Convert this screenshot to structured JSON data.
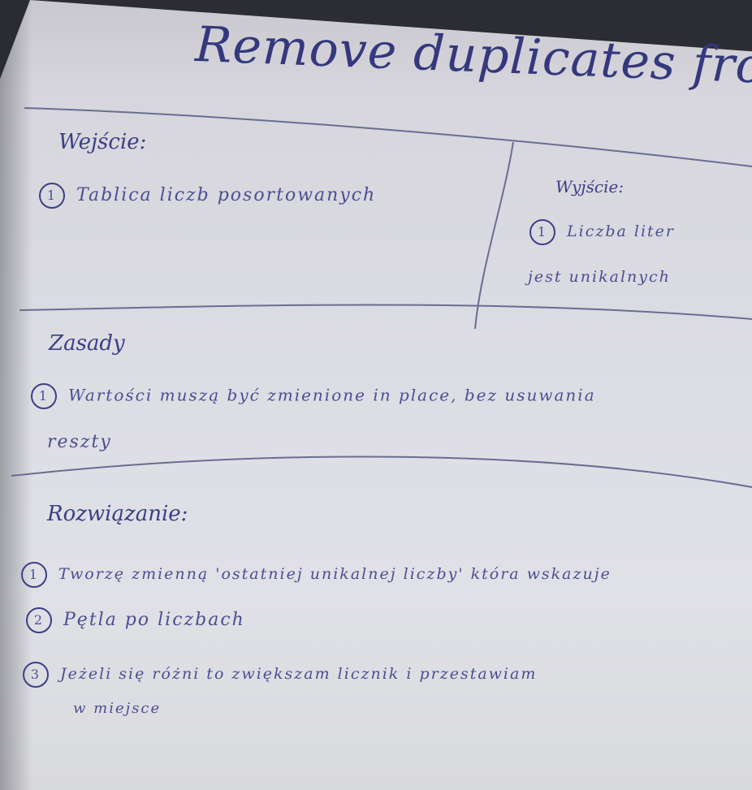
{
  "title": "Remove duplicates from stack",
  "inputs": {
    "label": "Wejście:",
    "items": [
      {
        "number": "1",
        "text": "Tablica liczb posortowanych"
      }
    ]
  },
  "outputs": {
    "label": "Wyjście:",
    "items": [
      {
        "number": "1",
        "text": "Liczba liter",
        "continuation": "jest unikalnych"
      }
    ]
  },
  "rules": {
    "label": "Zasady",
    "items": [
      {
        "number": "1",
        "text": "Wartości muszą być zmienione in place, bez usuwania",
        "continuation": "reszty"
      }
    ]
  },
  "solution": {
    "label": "Rozwiązanie:",
    "items": [
      {
        "number": "1",
        "text": "Tworzę zmienną 'ostatniej unikalnej liczby' która wskazuje"
      },
      {
        "number": "2",
        "text": "Pętla po liczbach"
      },
      {
        "number": "3",
        "text": "Jeżeli się różni to zwiększam licznik i przestawiam",
        "continuation": "w miejsce"
      }
    ]
  },
  "ink_color": "#3b3f86"
}
